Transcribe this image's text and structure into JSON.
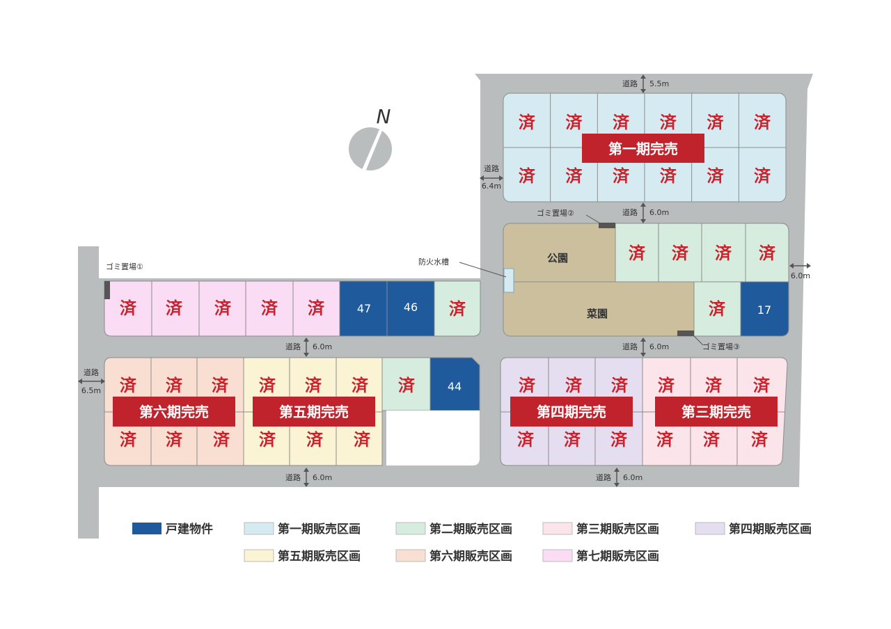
{
  "colors": {
    "road": "#b9bdbd",
    "house": "#1f5a9c",
    "phase1": "#d6ebf1",
    "phase2": "#d6ecde",
    "phase3": "#fbe4ea",
    "phase4": "#e4def0",
    "phase5": "#faf3d4",
    "phase6": "#f8dfd2",
    "phase7": "#fadcf5",
    "park": "#ccbf9e",
    "banner": "#c0232c",
    "sold_text": "#c8222c"
  },
  "north": {
    "label": "N",
    "icon": "north-arrow-icon"
  },
  "sold_mark": "済",
  "lot_numbers": {
    "l47": "47",
    "l46": "46",
    "l44": "44",
    "l17": "17"
  },
  "banners": {
    "p1": "第一期完売",
    "p3": "第三期完売",
    "p4": "第四期完売",
    "p5": "第五期完売",
    "p6": "第六期完売"
  },
  "facilities": {
    "park": "公園",
    "garden": "菜園",
    "fire_tank": "防火水槽",
    "garbage1": "ゴミ置場①",
    "garbage2": "ゴミ置場②",
    "garbage3": "ゴミ置場③"
  },
  "roads": {
    "road_word": "道路",
    "top": "5.5m",
    "left_top": "6.4m",
    "mid_top": "6.0m",
    "right": "6.0m",
    "mid_left": "6.0m",
    "mid_right": "6.0m",
    "left": "6.5m",
    "bottom_left": "6.0m",
    "bottom_right": "6.0m"
  },
  "legend": {
    "house": "戸建物件",
    "phase1": "第一期販売区画",
    "phase2": "第二期販売区画",
    "phase3": "第三期販売区画",
    "phase4": "第四期販売区画",
    "phase5": "第五期販売区画",
    "phase6": "第六期販売区画",
    "phase7": "第七期販売区画"
  }
}
